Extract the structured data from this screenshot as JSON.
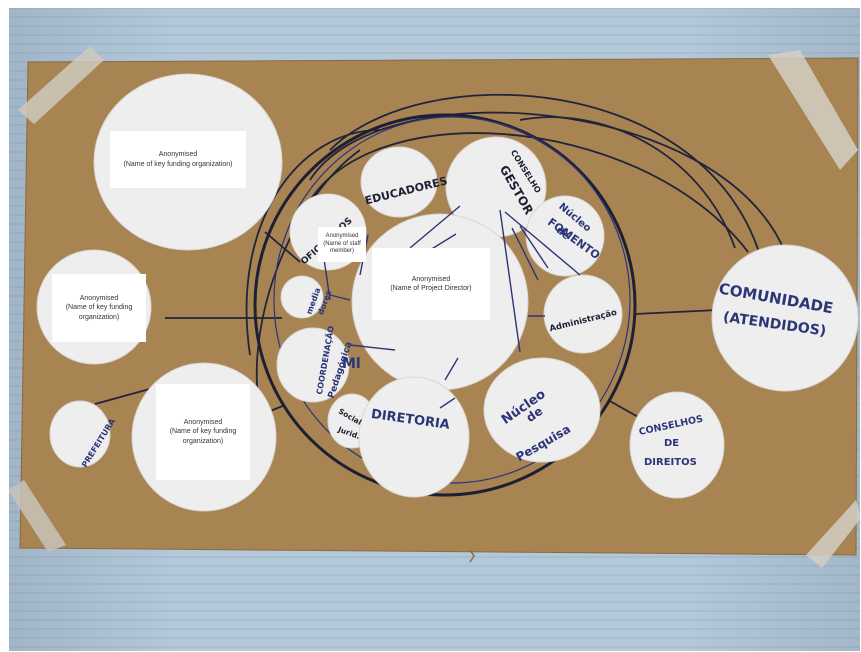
{
  "photo": {
    "subject": "Hand-drawn network diagram on brown paper taped to a blue wall",
    "colors": {
      "paper": "#a88453",
      "circle": "#efeeee",
      "ink_blue": "#2b3578",
      "ink_dark": "#1d1f33",
      "wall": "#b3c8d9"
    }
  },
  "handwriting": {
    "educadores": "EDUCADORES",
    "conselho": "CONSELHO",
    "gestor": "GESTOR",
    "nucleo_fomento_1": "Núcleo",
    "nucleo_fomento_2": "de",
    "nucleo_fomento_3": "FOMENTO",
    "oficineiros": "OFICINEIROS",
    "media_1": "media",
    "media_2": "dores",
    "coordenacao": "COORDENAÇÃO",
    "pedagogica": "Pedagógica",
    "administracao": "Administração",
    "comunidade_1": "COMUNIDADE",
    "comunidade_2": "(ATENDIDOS)",
    "nucleo_pesquisa_1": "Núcleo",
    "nucleo_pesquisa_2": "de",
    "nucleo_pesquisa_3": "Pesquisa",
    "diretoria": "DIRETORIA",
    "social_1": "Social",
    "social_2": "Jurid.",
    "conselhos_1": "CONSELHOS",
    "conselhos_2": "DE",
    "conselhos_3": "DIREITOS",
    "prefeitura": "PREFEITURA"
  },
  "labels": {
    "funding_top": {
      "line1": "Anonymised",
      "line2": "(Name of key funding organization)"
    },
    "funding_left": {
      "line1": "Anonymised",
      "line2": "(Name of key funding organization)"
    },
    "funding_bottom": {
      "line1": "Anonymised",
      "line2": "(Name of key funding organization)"
    },
    "staff": {
      "line1": "Anonymised",
      "line2": "(Name of staff",
      "line3": "member)"
    },
    "director": {
      "line1": "Anonymised",
      "line2": "(Name of Project Director)"
    }
  }
}
